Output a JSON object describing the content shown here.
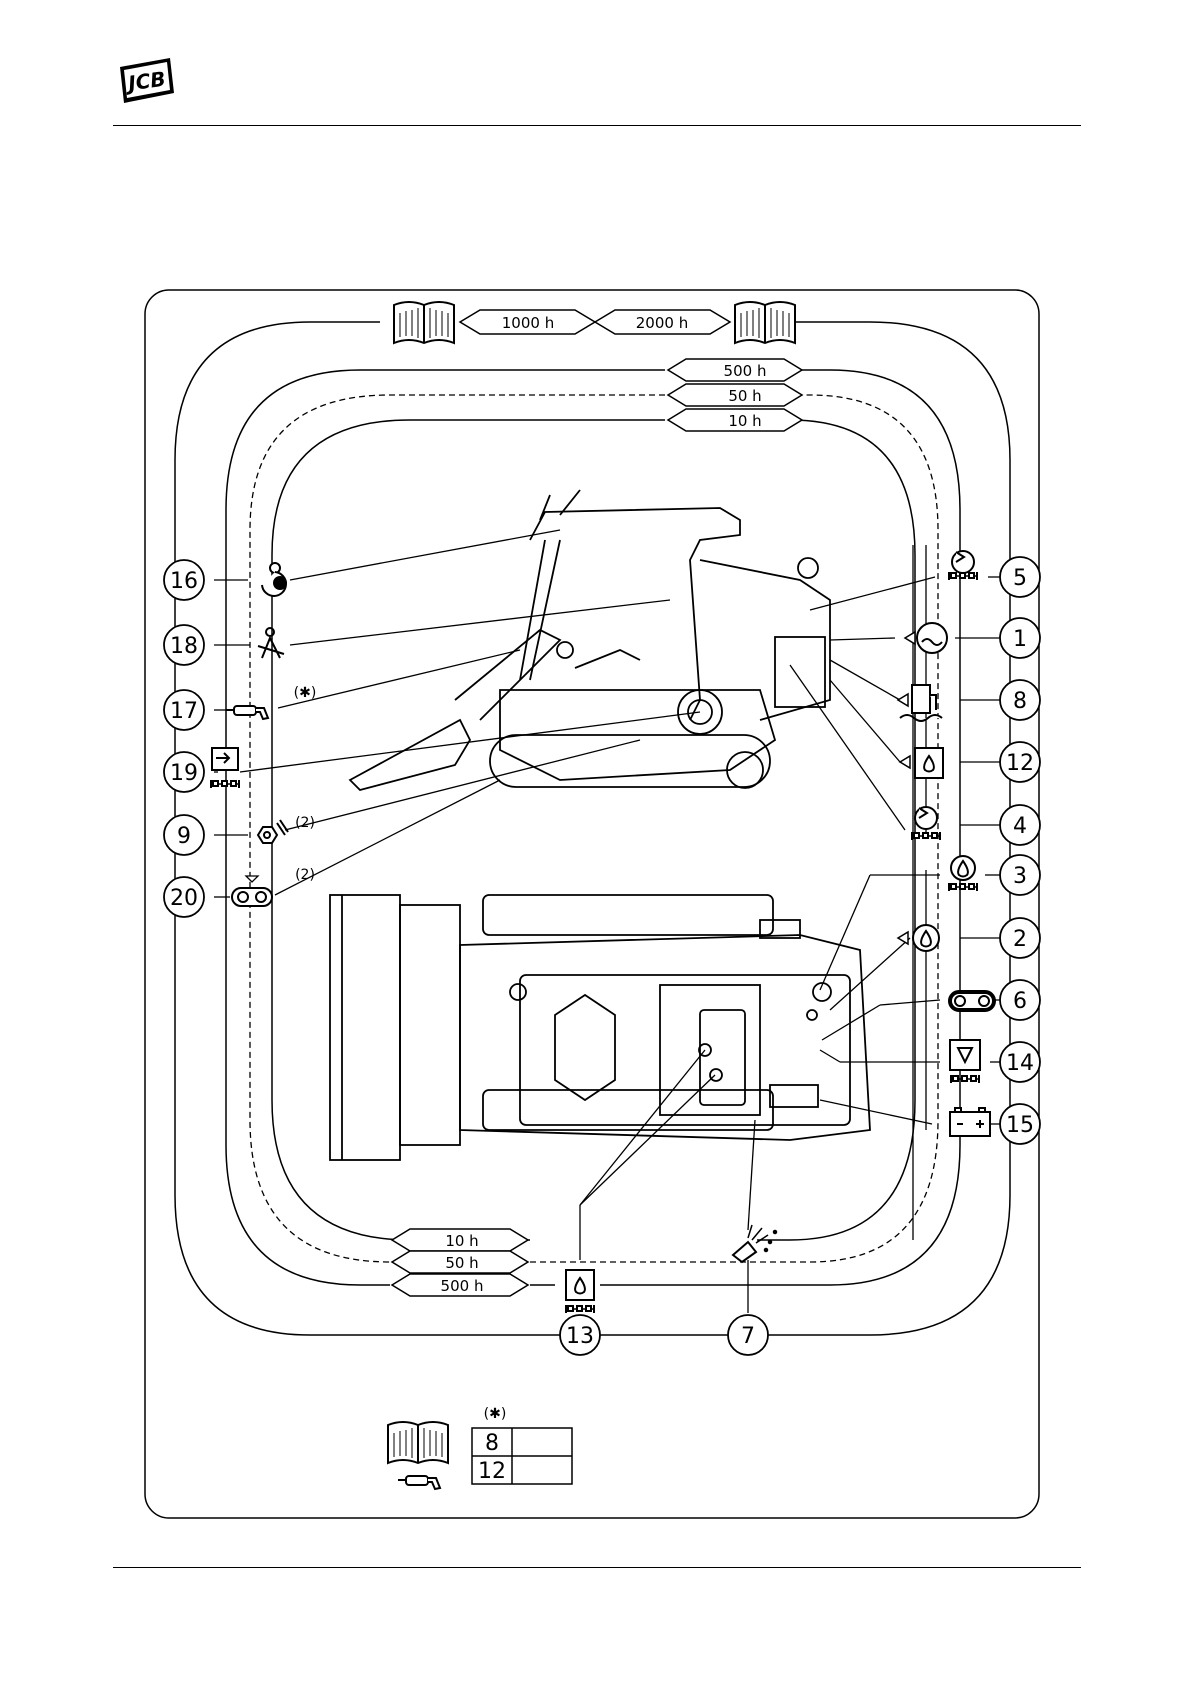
{
  "header": {
    "logo_text": "JCB"
  },
  "intervals": {
    "top_outer_left": "1000 h",
    "top_outer_right": "2000 h",
    "top_500": "500 h",
    "top_50": "50 h",
    "top_10": "10 h",
    "bottom_10": "10 h",
    "bottom_50": "50 h",
    "bottom_500": "500 h"
  },
  "callouts": {
    "c16": "16",
    "c18": "18",
    "c17": "17",
    "c19": "19",
    "c9": "9",
    "c20": "20",
    "c5": "5",
    "c1": "1",
    "c8": "8",
    "c12": "12",
    "c4": "4",
    "c3": "3",
    "c2": "2",
    "c6": "6",
    "c14": "14",
    "c15": "15",
    "c13": "13",
    "c7": "7"
  },
  "notes": {
    "asterisk": "(✱)",
    "qty_9": "(2)",
    "qty_20": "(2)"
  },
  "legend": {
    "asterisk": "(✱)",
    "row1": "8",
    "row2": "12"
  },
  "icons": [
    "manual-icon",
    "engine-brake-gear-icon",
    "seat-belt-icon",
    "grease-gun-icon",
    "hydraulic-filter-icon",
    "nut-wrench-icon",
    "track-tension-icon",
    "filter-service-icon",
    "coolant-level-icon",
    "fuel-level-icon",
    "hydraulic-oil-icon",
    "engine-oil-icon",
    "drive-belt-icon",
    "air-filter-icon",
    "battery-icon",
    "washer-spray-icon"
  ]
}
